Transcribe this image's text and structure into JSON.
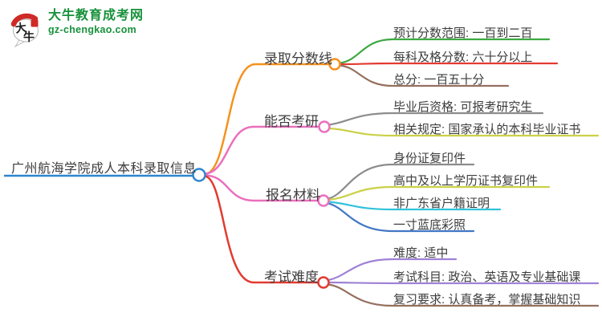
{
  "logo": {
    "title": "大牛教育成考网",
    "domain": "gz-chengkao.com",
    "brand_color": "#17913b",
    "icon": "daniu-speech-bubble",
    "icon_text_top": "大",
    "icon_text_bottom": "牛",
    "icon_accent_color": "#cf2a26"
  },
  "mindmap": {
    "root": {
      "label": "广州航海学院成人本科录取信息",
      "color": "#2e86cf"
    },
    "branches": [
      {
        "label": "录取分数线",
        "color": "#f5921f",
        "children": [
          {
            "label": "预计分数范围: 一百到二百",
            "color": "#3ea842"
          },
          {
            "label": "每科及格分数: 六十分以上",
            "color": "#e23b31"
          },
          {
            "label": "总分: 一百五十分",
            "color": "#95705f"
          }
        ]
      },
      {
        "label": "能否考研",
        "color": "#ea6fbe",
        "children": [
          {
            "label": "毕业后资格: 可报考研究生",
            "color": "#8c8c8c"
          },
          {
            "label": "相关规定: 国家承认的本科毕业证书",
            "color": "#cbd147"
          }
        ]
      },
      {
        "label": "报名材料",
        "color": "#ea6fbe",
        "children": [
          {
            "label": "身份证复印件",
            "color": "#8c8c8c"
          },
          {
            "label": "高中及以上学历证书复印件",
            "color": "#cbd147"
          },
          {
            "label": "非广东省户籍证明",
            "color": "#31c2da"
          },
          {
            "label": "一寸蓝底彩照",
            "color": "#4277c6"
          }
        ]
      },
      {
        "label": "考试难度",
        "color": "#e23b31",
        "children": [
          {
            "label": "难度: 适中",
            "color": "#9e82d6"
          },
          {
            "label": "考试科目: 政治、英语及专业基础课",
            "color": "#9e82d6"
          },
          {
            "label": "复习要求: 认真备考，掌握基础知识",
            "color": "#95705f"
          }
        ]
      }
    ]
  }
}
